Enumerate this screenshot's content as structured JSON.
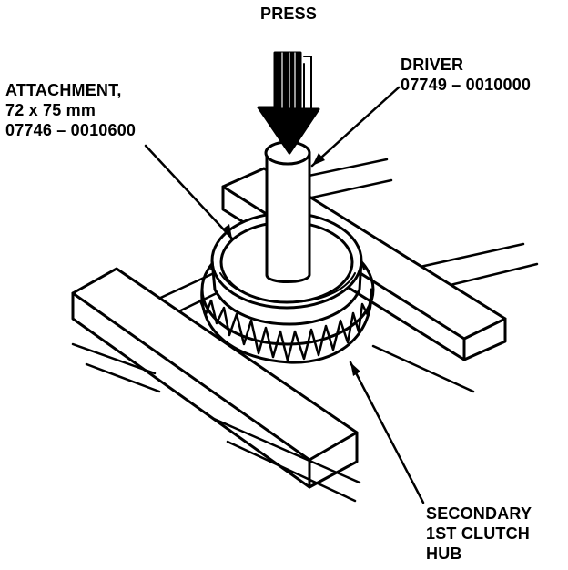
{
  "labels": {
    "press": "PRESS",
    "driver": {
      "line1": "DRIVER",
      "line2": "07749 – 0010000"
    },
    "attachment": {
      "line1": "ATTACHMENT,",
      "line2": "72 x 75 mm",
      "line3": "07746 – 0010600"
    },
    "hub": {
      "line1": "SECONDARY",
      "line2": "1ST CLUTCH",
      "line3": "HUB"
    }
  },
  "colors": {
    "ink": "#000000",
    "paper": "#ffffff"
  }
}
